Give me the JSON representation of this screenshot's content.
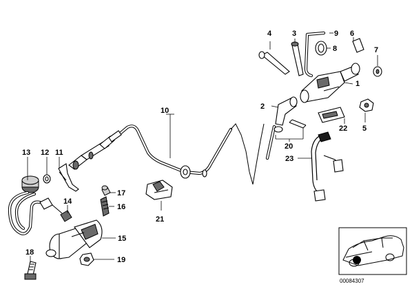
{
  "diagram": {
    "callouts": [
      {
        "id": "c1",
        "label": "1"
      },
      {
        "id": "c2",
        "label": "2"
      },
      {
        "id": "c3",
        "label": "3"
      },
      {
        "id": "c4",
        "label": "4"
      },
      {
        "id": "c5",
        "label": "5"
      },
      {
        "id": "c6",
        "label": "6"
      },
      {
        "id": "c7",
        "label": "7"
      },
      {
        "id": "c8",
        "label": "8"
      },
      {
        "id": "c9",
        "label": "9"
      },
      {
        "id": "c10",
        "label": "10"
      },
      {
        "id": "c11",
        "label": "11"
      },
      {
        "id": "c12",
        "label": "12"
      },
      {
        "id": "c13",
        "label": "13"
      },
      {
        "id": "c14",
        "label": "14"
      },
      {
        "id": "c15",
        "label": "15"
      },
      {
        "id": "c16",
        "label": "16"
      },
      {
        "id": "c17",
        "label": "17"
      },
      {
        "id": "c18",
        "label": "18"
      },
      {
        "id": "c19",
        "label": "19"
      },
      {
        "id": "c20",
        "label": "20"
      },
      {
        "id": "c21",
        "label": "21"
      },
      {
        "id": "c22",
        "label": "22"
      },
      {
        "id": "c23",
        "label": "23"
      }
    ],
    "document_number": "00084307"
  }
}
